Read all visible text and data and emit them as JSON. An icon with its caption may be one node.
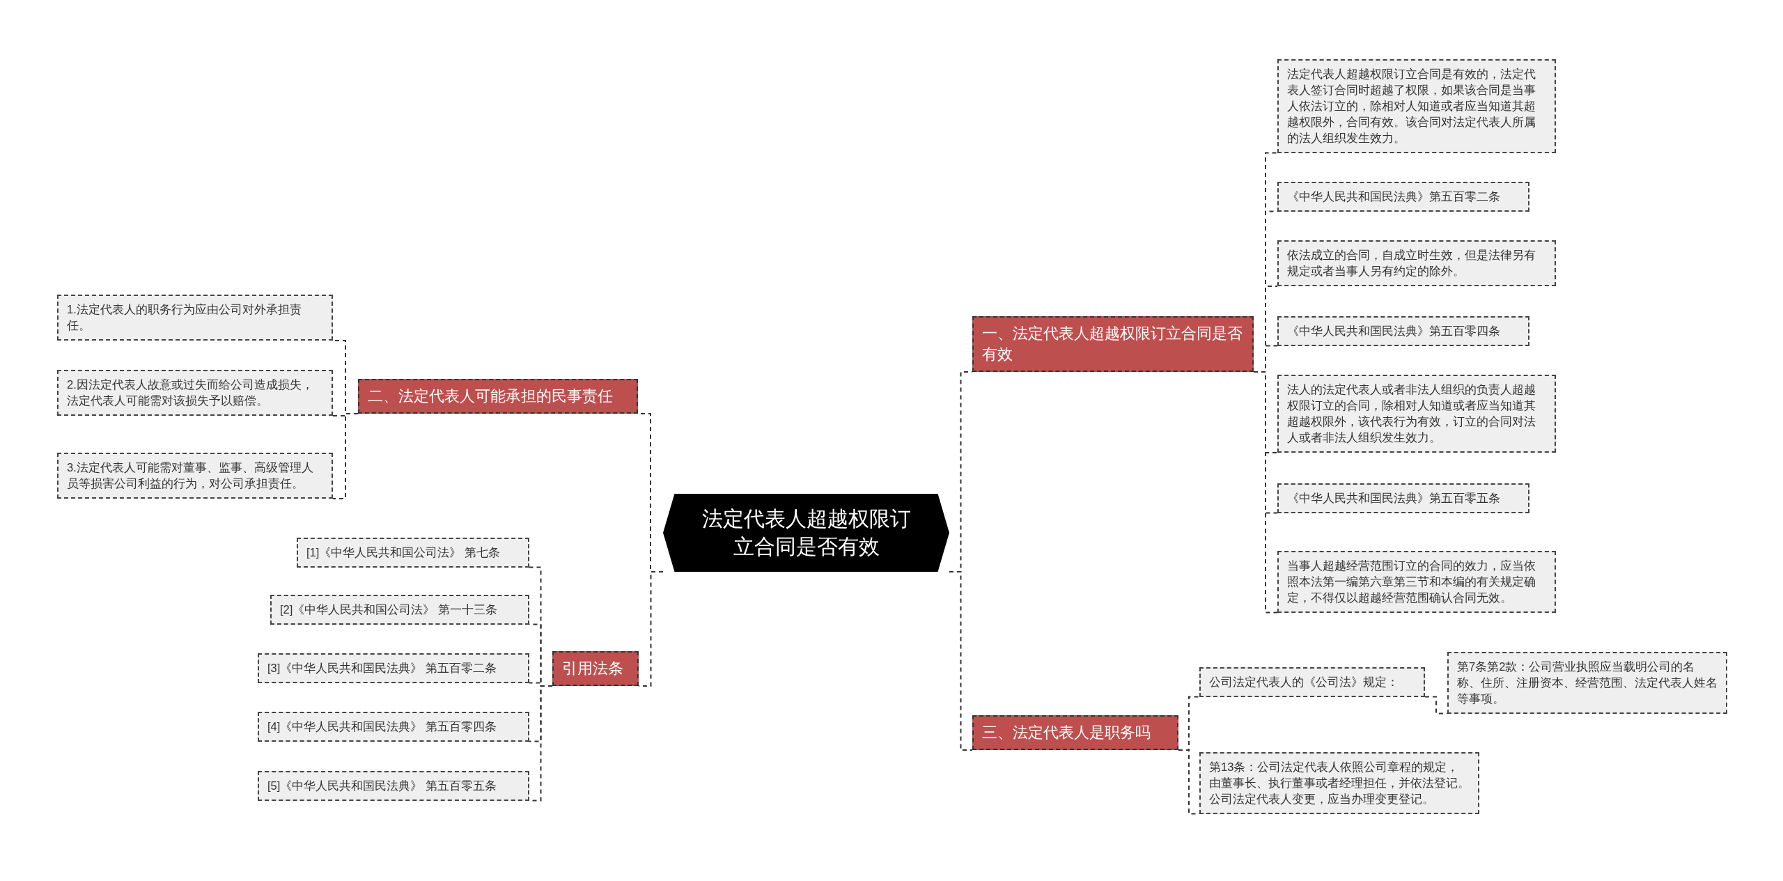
{
  "diagram": {
    "nodes": [
      {
        "text": [
          "法定代表人超越权限订立合同是否有效"
        ]
      },
      {
        "text": [
          "一、法定代表人超越权限订立合同是否有效"
        ]
      },
      {
        "text": [
          "法定代表人超越权限订立合同是有效的，法定代表人签订合同时超越了权限，如果该合同是当事人依法订立的，除相对人知道或者应当知道其超越权限外，合同有效。该合同对法定代表人所属的法人组织发生效力。"
        ]
      },
      {
        "text": [
          "《中华人民共和国民法典》第五百零二条"
        ]
      },
      {
        "text": [
          "依法成立的合同，自成立时生效，但是法律另有规定或者当事人另有约定的除外。"
        ]
      },
      {
        "text": [
          "《中华人民共和国民法典》第五百零四条"
        ]
      },
      {
        "text": [
          "法人的法定代表人或者非法人组织的负责人超越权限订立的合同，除相对人知道或者应当知道其超越权限外，该代表行为有效，订立的合同对法人或者非法人组织发生效力。"
        ]
      },
      {
        "text": [
          "《中华人民共和国民法典》第五百零五条"
        ]
      },
      {
        "text": [
          "当事人超越经营范围订立的合同的效力，应当依照本法第一编第六章第三节和本编的有关规定确定，不得仅以超越经营范围确认合同无效。"
        ]
      },
      {
        "text": [
          "三、法定代表人是职务吗"
        ]
      },
      {
        "text": [
          "公司法定代表人的《公司法》规定："
        ]
      },
      {
        "text": [
          "第7条第2款：公司营业执照应当载明公司的名称、住所、注册资本、经营范围、法定代表人姓名等事项。"
        ]
      },
      {
        "text": [
          "第13条：公司法定代表人依照公司章程的规定，由董事长、执行董事或者经理担任，并依法登记。公司法定代表人变更，应当办理变更登记。"
        ]
      },
      {
        "text": [
          "二、法定代表人可能承担的民事责任"
        ]
      },
      {
        "text": [
          "1.法定代表人的职务行为应由公司对外承担责任。"
        ]
      },
      {
        "text": [
          "2.因法定代表人故意或过失而给公司造成损失，法定代表人可能需对该损失予以赔偿。"
        ]
      },
      {
        "text": [
          "3.法定代表人可能需对董事、监事、高级管理人员等损害公司利益的行为，对公司承担责任。"
        ]
      },
      {
        "text": [
          "引用法条"
        ]
      },
      {
        "text": [
          "[1]《中华人民共和国公司法》 第七条"
        ]
      },
      {
        "text": [
          "[2]《中华人民共和国公司法》 第一十三条"
        ]
      },
      {
        "text": [
          "[3]《中华人民共和国民法典》 第五百零二条"
        ]
      },
      {
        "text": [
          "[4]《中华人民共和国民法典》 第五百零四条"
        ]
      },
      {
        "text": [
          "[5]《中华人民共和国民法典》 第五百零五条"
        ]
      }
    ],
    "edges": [
      {
        "from": 0,
        "to": 1,
        "arrow": "none",
        "style": "dashed"
      },
      {
        "from": 1,
        "to": 2,
        "arrow": "none",
        "style": "dashed"
      },
      {
        "from": 1,
        "to": 3,
        "arrow": "none",
        "style": "dashed"
      },
      {
        "from": 1,
        "to": 4,
        "arrow": "none",
        "style": "dashed"
      },
      {
        "from": 1,
        "to": 5,
        "arrow": "none",
        "style": "dashed"
      },
      {
        "from": 1,
        "to": 6,
        "arrow": "none",
        "style": "dashed"
      },
      {
        "from": 1,
        "to": 7,
        "arrow": "none",
        "style": "dashed"
      },
      {
        "from": 1,
        "to": 8,
        "arrow": "none",
        "style": "dashed"
      },
      {
        "from": 0,
        "to": 9,
        "arrow": "none",
        "style": "dashed"
      },
      {
        "from": 9,
        "to": 10,
        "arrow": "none",
        "style": "dashed"
      },
      {
        "from": 10,
        "to": 11,
        "arrow": "none",
        "style": "dashed"
      },
      {
        "from": 9,
        "to": 12,
        "arrow": "none",
        "style": "dashed"
      },
      {
        "from": 0,
        "to": 13,
        "arrow": "none",
        "style": "dashed"
      },
      {
        "from": 13,
        "to": 14,
        "arrow": "none",
        "style": "dashed"
      },
      {
        "from": 13,
        "to": 15,
        "arrow": "none",
        "style": "dashed"
      },
      {
        "from": 13,
        "to": 16,
        "arrow": "none",
        "style": "dashed"
      },
      {
        "from": 0,
        "to": 17,
        "arrow": "none",
        "style": "dashed"
      },
      {
        "from": 17,
        "to": 18,
        "arrow": "none",
        "style": "dashed"
      },
      {
        "from": 17,
        "to": 19,
        "arrow": "none",
        "style": "dashed"
      },
      {
        "from": 17,
        "to": 20,
        "arrow": "none",
        "style": "dashed"
      },
      {
        "from": 17,
        "to": 21,
        "arrow": "none",
        "style": "dashed"
      },
      {
        "from": 17,
        "to": 22,
        "arrow": "none",
        "style": "dashed"
      }
    ]
  }
}
